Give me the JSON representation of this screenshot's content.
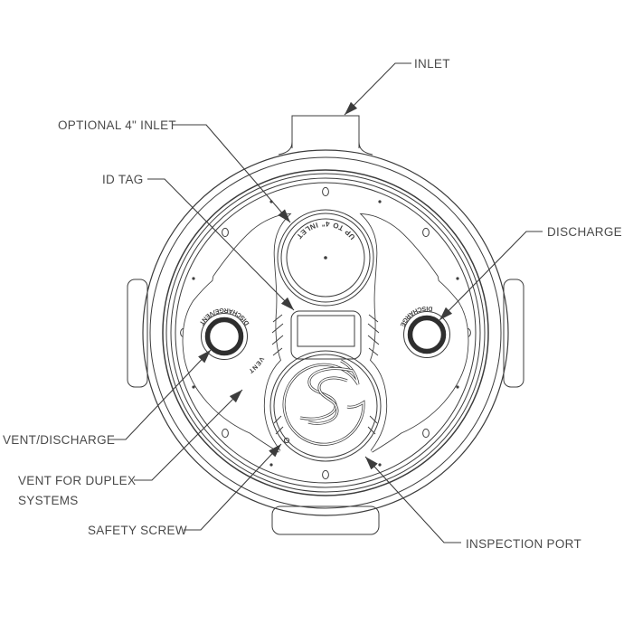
{
  "callouts": {
    "inlet": "INLET",
    "optional_inlet": "OPTIONAL 4\" INLET",
    "id_tag": "ID TAG",
    "discharge": "DISCHARGE",
    "vent_discharge": "VENT/DISCHARGE",
    "vent_duplex_line1": "VENT FOR DUPLEX",
    "vent_duplex_line2": "SYSTEMS",
    "safety_screw": "SAFETY SCREW",
    "inspection_port": "INSPECTION PORT"
  },
  "embossed": {
    "inlet_circle": "UP TO 4\" INLET",
    "left_port_arc": "DISCHARGE/VENT",
    "left_port_vent": "VENT",
    "right_port_arc": "DISCHARGE"
  },
  "colors": {
    "line": "#3c3c3c",
    "label": "#4a4a4a",
    "background": "#ffffff"
  }
}
